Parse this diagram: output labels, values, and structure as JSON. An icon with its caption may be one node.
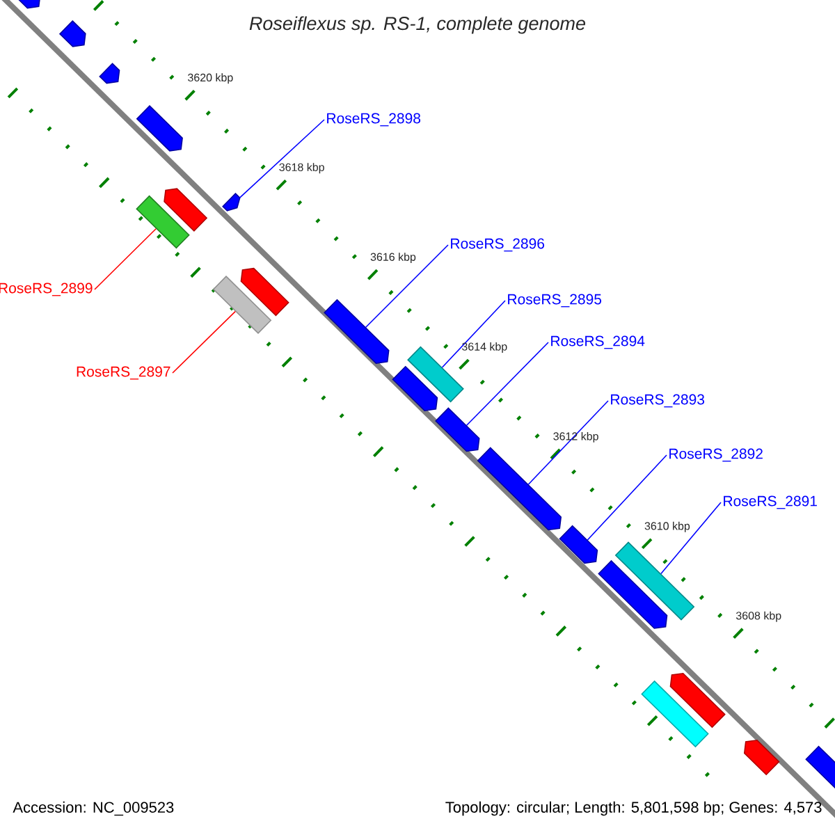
{
  "diagram": {
    "title": "Roseiflexus sp. RS-1, complete genome",
    "nodes": [
      {
        "text": [],
        "shape": "pentagon"
      },
      {
        "text": [],
        "shape": "pentagon"
      },
      {
        "text": [],
        "shape": "pentagon"
      },
      {
        "text": [],
        "shape": "pentagon"
      },
      {
        "text": [],
        "shape": "pentagon"
      },
      {
        "text": [],
        "shape": "pentagon"
      },
      {
        "text": [],
        "shape": "bar"
      },
      {
        "text": [],
        "shape": "pentagon"
      },
      {
        "text": [],
        "shape": "bar"
      },
      {
        "text": [],
        "shape": "pentagon"
      },
      {
        "text": [],
        "shape": "bar"
      },
      {
        "text": [],
        "shape": "pentagon"
      },
      {
        "text": [],
        "shape": "pentagon"
      },
      {
        "text": [],
        "shape": "pentagon"
      },
      {
        "text": [],
        "shape": "pentagon"
      },
      {
        "text": [],
        "shape": "bar"
      },
      {
        "text": [],
        "shape": "pentagon"
      },
      {
        "text": [],
        "shape": "pentagon"
      },
      {
        "text": [],
        "shape": "bar"
      },
      {
        "text": [],
        "shape": "pentagon"
      },
      {
        "text": [],
        "shape": "pentagon"
      },
      {
        "text": [
          "RoseRS_2898"
        ]
      },
      {
        "text": [
          "RoseRS_2899"
        ]
      },
      {
        "text": [
          "RoseRS_2896"
        ]
      },
      {
        "text": [
          "RoseRS_2897"
        ]
      },
      {
        "text": [
          "RoseRS_2895"
        ]
      },
      {
        "text": [
          "RoseRS_2894"
        ]
      },
      {
        "text": [
          "RoseRS_2893"
        ]
      },
      {
        "text": [
          "RoseRS_2892"
        ]
      },
      {
        "text": [
          "RoseRS_2891"
        ]
      }
    ],
    "edges": [
      {
        "from": 21,
        "to": 4,
        "arrow": "none"
      },
      {
        "from": 22,
        "to": 6,
        "arrow": "none",
        "color": "#ff0000"
      },
      {
        "from": 23,
        "to": 9,
        "arrow": "none"
      },
      {
        "from": 24,
        "to": 8,
        "arrow": "none",
        "color": "#ff0000"
      },
      {
        "from": 25,
        "to": 10,
        "arrow": "none"
      },
      {
        "from": 26,
        "to": 12,
        "arrow": "none"
      },
      {
        "from": 27,
        "to": 13,
        "arrow": "none"
      },
      {
        "from": 28,
        "to": 14,
        "arrow": "none"
      },
      {
        "from": 29,
        "to": 15,
        "arrow": "none"
      }
    ],
    "labels": [
      "3620 kbp",
      "3618 kbp",
      "3616 kbp",
      "3614 kbp",
      "3612 kbp",
      "3610 kbp",
      "3608 kbp",
      "Accession: NC_009523",
      "Topology: circular; Length: 5,801,598 bp; Genes: 4,573"
    ]
  }
}
